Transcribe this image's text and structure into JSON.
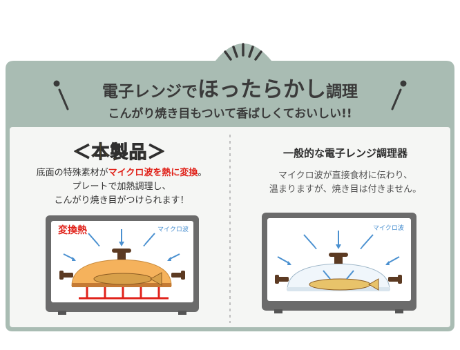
{
  "title": {
    "part1": "電子レンジで",
    "part2": "ほったらかし",
    "part3": "調理",
    "subtitle": "こんがり焼き目もついて香ばしくておいしい!!"
  },
  "left": {
    "heading": "＜本製品＞",
    "line1_pre": "底面の特殊素材が",
    "line1_red": "マイクロ波を熱に変換",
    "line1_post": "。",
    "line2": "プレートで加熱調理し、",
    "line3": "こんがり焼き目がつけられます！",
    "heat_label": "変換熱",
    "mw_label": "マイクロ波"
  },
  "right": {
    "heading": "一般的な電子レンジ調理器",
    "line1": "マイクロ波が直接食材に伝わり、",
    "line2": "温まりますが、焼き目は付きません。",
    "mw_label": "マイクロ波"
  },
  "colors": {
    "sage": "#a9bcb3",
    "panel": "#f5f6f4",
    "heat": "#e0221a",
    "wave": "#4a90d0",
    "accent": "#f2b400",
    "oven_frame": "#6b6b6b"
  }
}
